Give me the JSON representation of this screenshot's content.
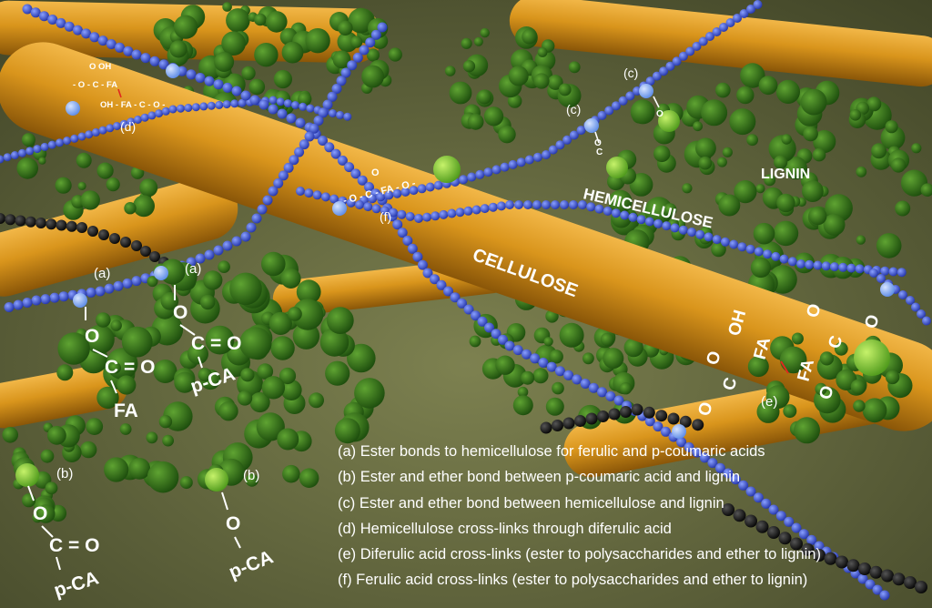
{
  "colors": {
    "cellulose": "#d9951c",
    "hemicellulose": "#3f56d8",
    "lignin": "#3c7a1e",
    "lignin_highlight": "#8ecf3a",
    "background": "#6b7046",
    "bond_red": "#e0281e"
  },
  "labels": {
    "cellulose": "CELLULOSE",
    "hemicellulose": "HEMICELLULOSE",
    "lignin": "LIGNIN"
  },
  "bond_tags": {
    "a1": "(a)",
    "a2": "(a)",
    "b1": "(b)",
    "b2": "(b)",
    "c1": "(c)",
    "c2": "(c)",
    "d": "(d)",
    "e": "(e)",
    "f": "(f)"
  },
  "chem": {
    "o": "O",
    "dbl_o": "C = O",
    "c": "C",
    "fa": "FA",
    "pca": "p-CA",
    "oh": "OH",
    "d_top": "O   OH",
    "d_mid": "- O - C - FA",
    "d_bot": "OH - FA - C - O -",
    "f_top": "O",
    "f_mid": "- O - C - FA - O -",
    "c_mark": "C",
    "e_oh": "OH",
    "e_fa1": "FA",
    "e_fa2": "FA",
    "e_o": "O"
  },
  "legend": {
    "a": "(a) Ester bonds to hemicellulose for ferulic and p-coumaric acids",
    "b": "(b) Ester and ether bond between p-coumaric acid and lignin",
    "c": "(c) Ester and ether bond between hemicellulose and lignin",
    "d": "(d) Hemicellulose cross-links through diferulic acid",
    "e": "(e) Diferulic acid cross-links (ester to polysaccharides and ether to lignin)",
    "f": "(f) Ferulic acid cross-links (ester to polysaccharides and ether to lignin)"
  }
}
